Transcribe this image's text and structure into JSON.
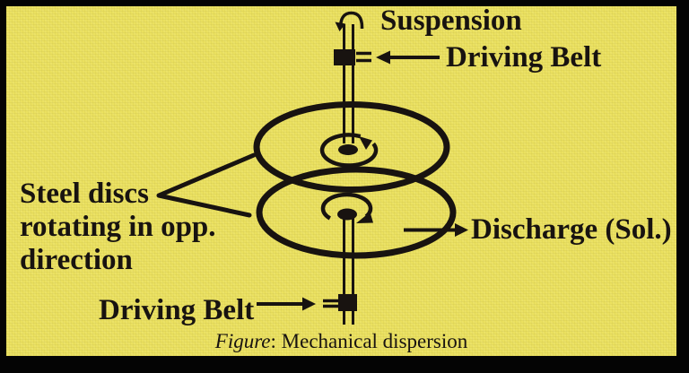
{
  "labels": {
    "suspension": "Suspension",
    "driving_belt_top": "Driving Belt",
    "steel_discs": "Steel discs\nrotating in opp.\ndirection",
    "discharge": "Discharge (Sol.)",
    "driving_belt_bottom": "Driving Belt"
  },
  "caption": {
    "figure_word": "Figure",
    "text": ": Mechanical dispersion"
  },
  "colors": {
    "panel_background": "#ebe160",
    "frame": "#040404",
    "ink": "#181310"
  }
}
